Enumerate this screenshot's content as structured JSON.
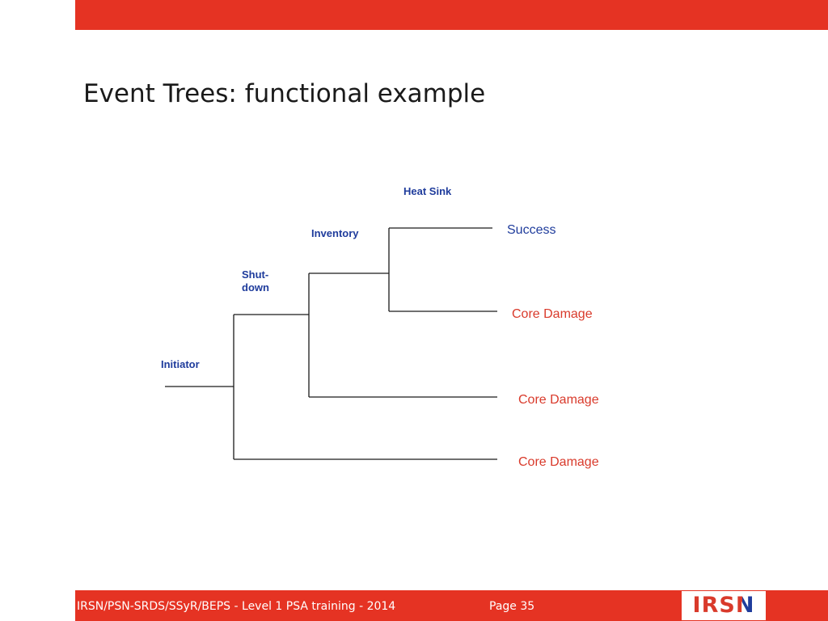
{
  "slide": {
    "title": "Event Trees: functional example"
  },
  "tree": {
    "header_labels": {
      "initiator": "Initiator",
      "shutdown": "Shut-down",
      "inventory": "Inventory",
      "heat_sink": "Heat Sink"
    },
    "outcomes": [
      {
        "label": "Success",
        "color": "#1f3c9c"
      },
      {
        "label": "Core Damage",
        "color": "#d93a2b"
      },
      {
        "label": "Core Damage",
        "color": "#d93a2b"
      },
      {
        "label": "Core Damage",
        "color": "#d93a2b"
      }
    ]
  },
  "footer": {
    "course": "IRSN/PSN-SRDS/SSyR/BEPS - Level 1 PSA training  - 2014",
    "page": "Page 35"
  },
  "logo": {
    "text": "IRSN",
    "main_color": "#d93a2b",
    "accent_color": "#1f3c9c"
  },
  "colors": {
    "brand_red": "#e53323",
    "label_blue": "#1f3c9c",
    "outcome_red": "#d93a2b"
  }
}
